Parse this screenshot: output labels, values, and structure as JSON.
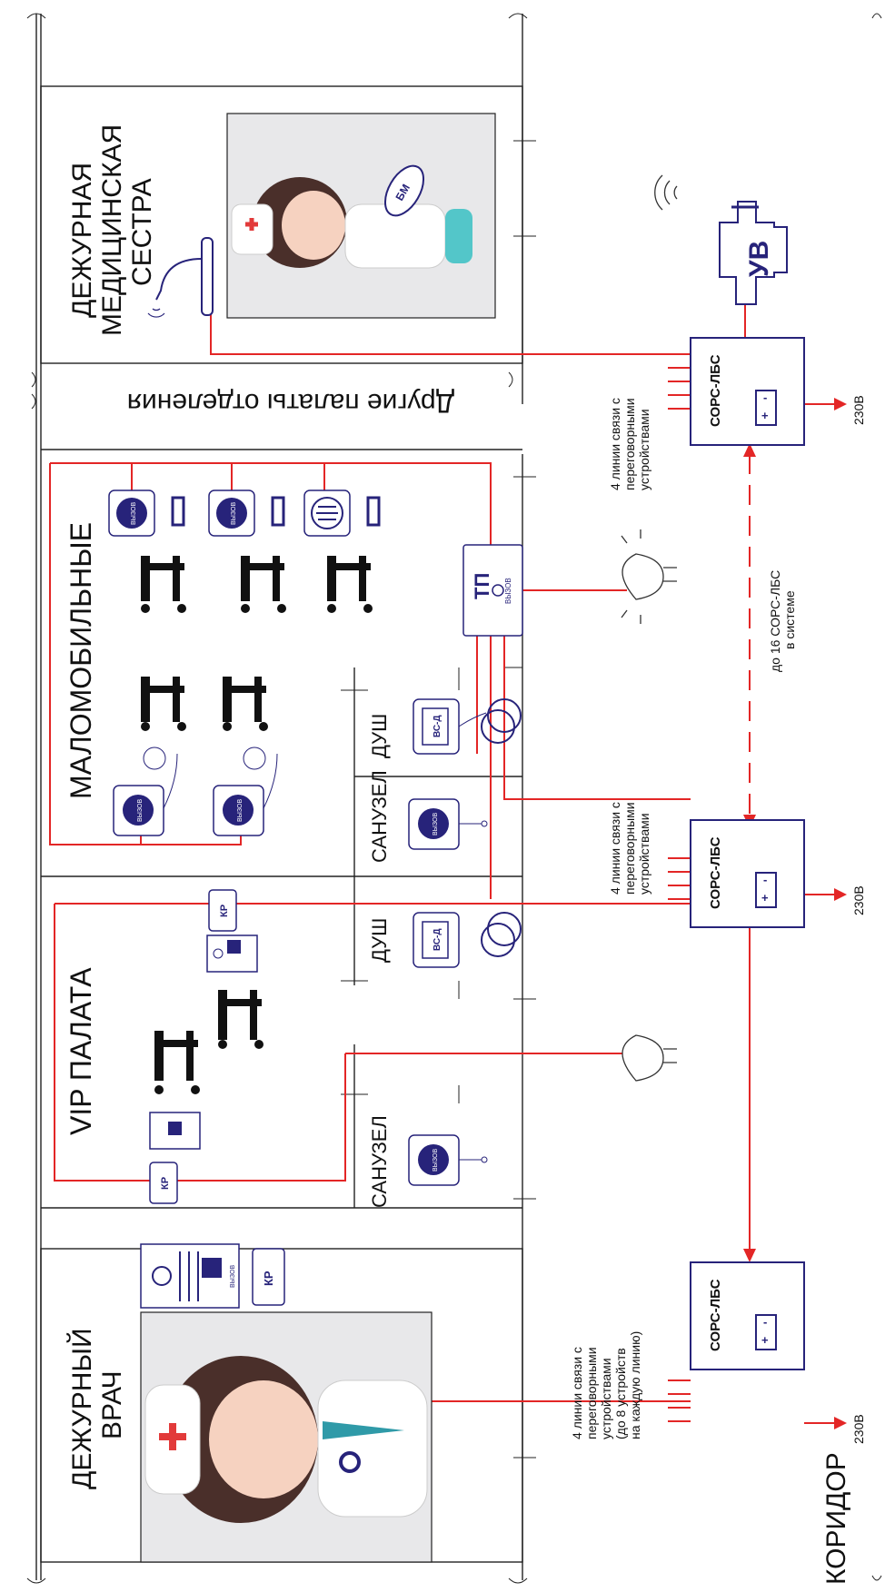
{
  "rooms": {
    "nurse": {
      "line1": "ДЕЖУРНАЯ",
      "line2": "МЕДИЦИНСКАЯ",
      "line3": "СЕСТРА"
    },
    "other_wards": "Другие палаты отделения",
    "low_mobility": "МАЛОМОБИЛЬНЫЕ",
    "vip": "VIP ПАЛАТА",
    "doctor": {
      "line1": "ДЕЖУРНЫЙ",
      "line2": "ВРАЧ"
    },
    "corridor": "КОРИДОР",
    "shower": "ДУШ",
    "toilet": "САНУЗЕЛ"
  },
  "devices": {
    "controller": "СОРС-ЛБС",
    "call_button": "ВЫЗОВ",
    "shower_button": "ВС-Д",
    "panel_tp": "ТП",
    "panel_kr": "КР",
    "amplifier": "УВ",
    "bracelet": "БМ",
    "battery_plus": "+",
    "battery_minus": "-"
  },
  "annotations": {
    "lines_top": [
      "4 линии связи с",
      "переговорными",
      "устройствами"
    ],
    "lines_mid": [
      "4 линии связи с",
      "переговорными",
      "устройствами"
    ],
    "lines_bottom": [
      "4 линии связи с",
      "переговорными",
      "устройствами",
      "(до 8 устройств",
      "на каждую линию)"
    ],
    "up_to_16": [
      "до 16 СОРС-ЛБС",
      "в системе"
    ],
    "voltage": "230В"
  },
  "colors": {
    "wire": "#e32626",
    "device": "#27237a",
    "wall": "#222222"
  }
}
